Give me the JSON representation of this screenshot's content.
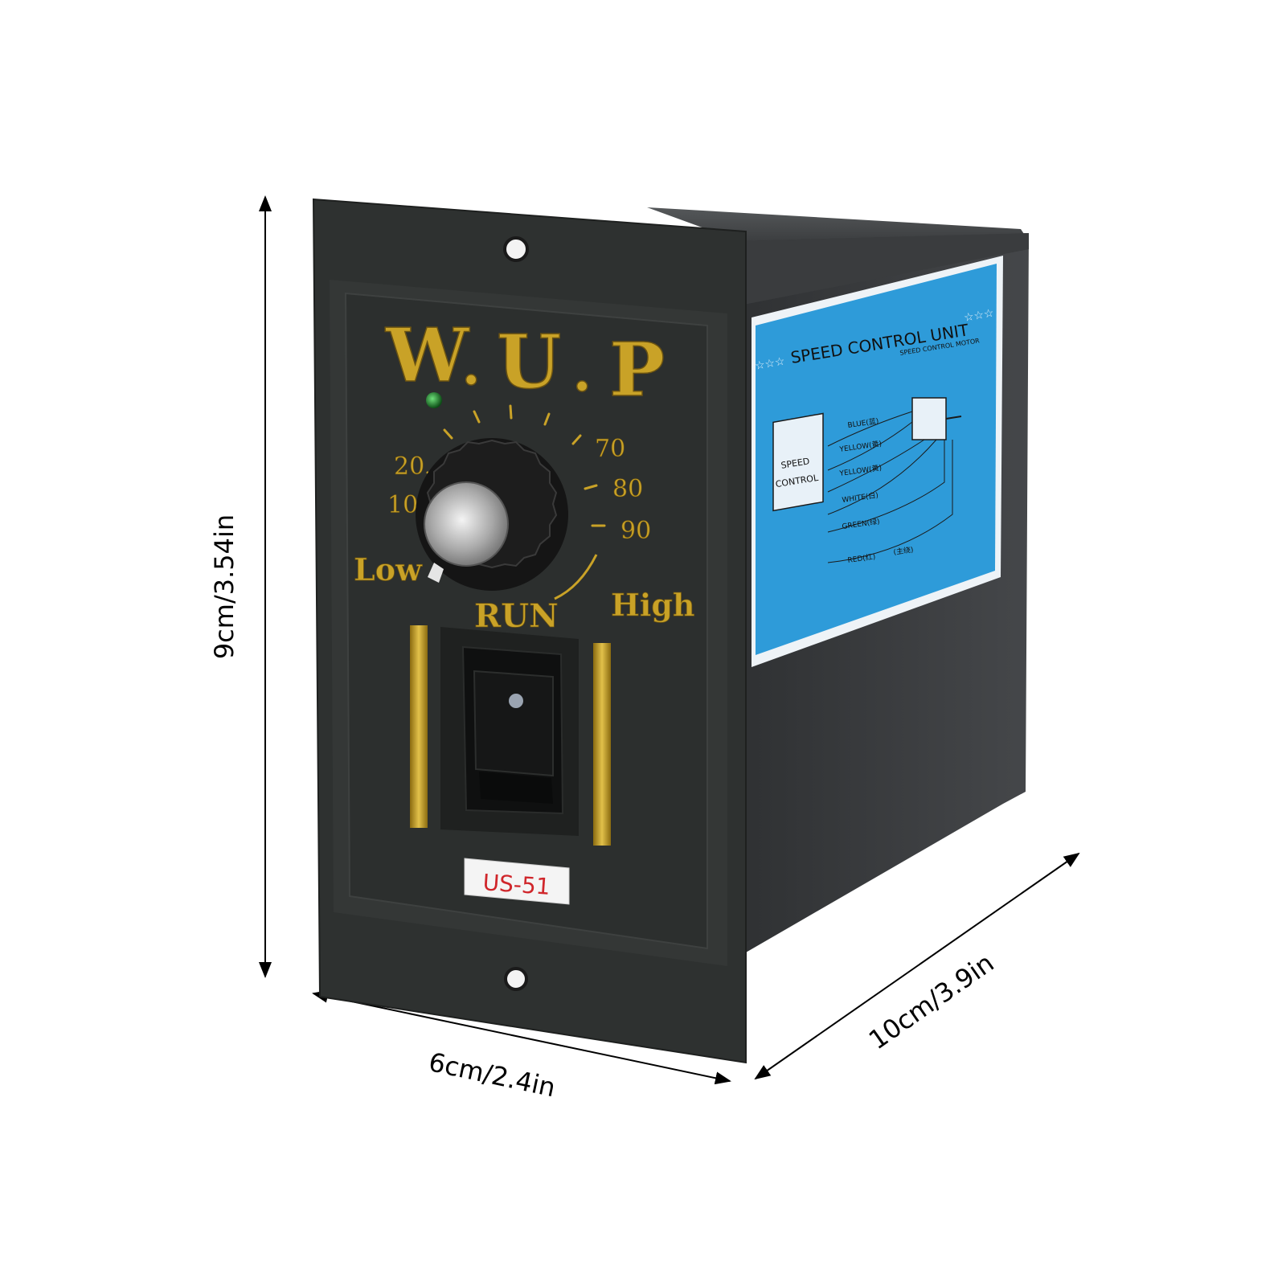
{
  "dimensions": {
    "height": "9cm/3.54in",
    "width": "6cm/2.4in",
    "depth": "10cm/3.9in"
  },
  "front_panel": {
    "brand": "W.U.P",
    "brand_letters": [
      "W",
      ".",
      "U",
      ".",
      "P"
    ],
    "scale_marks": [
      "10",
      "20",
      "70",
      "80",
      "90"
    ],
    "low_label": "Low",
    "high_label": "High",
    "run_label": "RUN",
    "model": "US-51"
  },
  "side_label": {
    "title": "SPEED CONTROL UNIT",
    "subtitle": "SPEED CONTROL MOTOR",
    "stars_left": "☆☆☆",
    "stars_right": "☆☆☆",
    "box_line1": "SPEED",
    "box_line2": "CONTROL",
    "wires": [
      "BLUE(蓝)",
      "YELLOW(黄)",
      "YELLOW(黄)",
      "WHITE(白)",
      "GREEN(绿)",
      "RED(红)"
    ],
    "wire_note": "(主绕)"
  },
  "colors": {
    "body": "#3a3b3d",
    "panel": "#2f3231",
    "gold": "#c9a227",
    "label_blue": "#2e9bd9",
    "dimension_line": "#000000",
    "model_text": "#d0262b",
    "led": "#1f7a2a"
  }
}
